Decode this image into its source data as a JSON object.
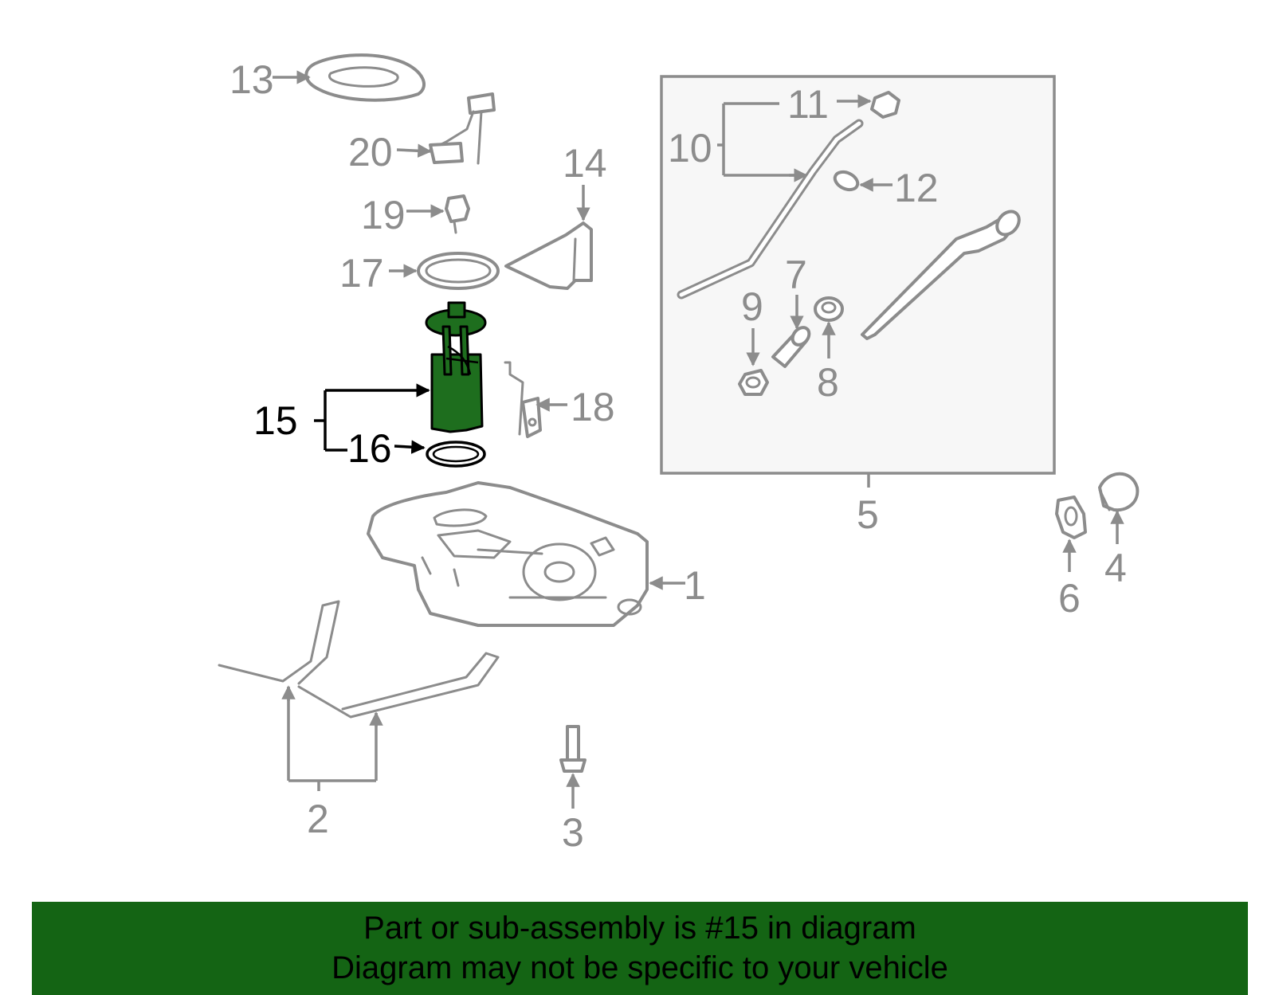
{
  "diagram": {
    "highlighted_part": "15",
    "colors": {
      "highlight": "#1e6e1e",
      "footer_band": "#146414",
      "line": "#8c8c8c",
      "text_highlight": "#000000"
    },
    "labels": {
      "l1": "1",
      "l2": "2",
      "l3": "3",
      "l4": "4",
      "l5": "5",
      "l6": "6",
      "l7": "7",
      "l8": "8",
      "l9": "9",
      "l10": "10",
      "l11": "11",
      "l12": "12",
      "l13": "13",
      "l14": "14",
      "l15": "15",
      "l16": "16",
      "l17": "17",
      "l18": "18",
      "l19": "19",
      "l20": "20"
    }
  },
  "footer": {
    "line1": "Part or sub-assembly is #15 in diagram",
    "line2": "Diagram may not be specific to your vehicle"
  }
}
